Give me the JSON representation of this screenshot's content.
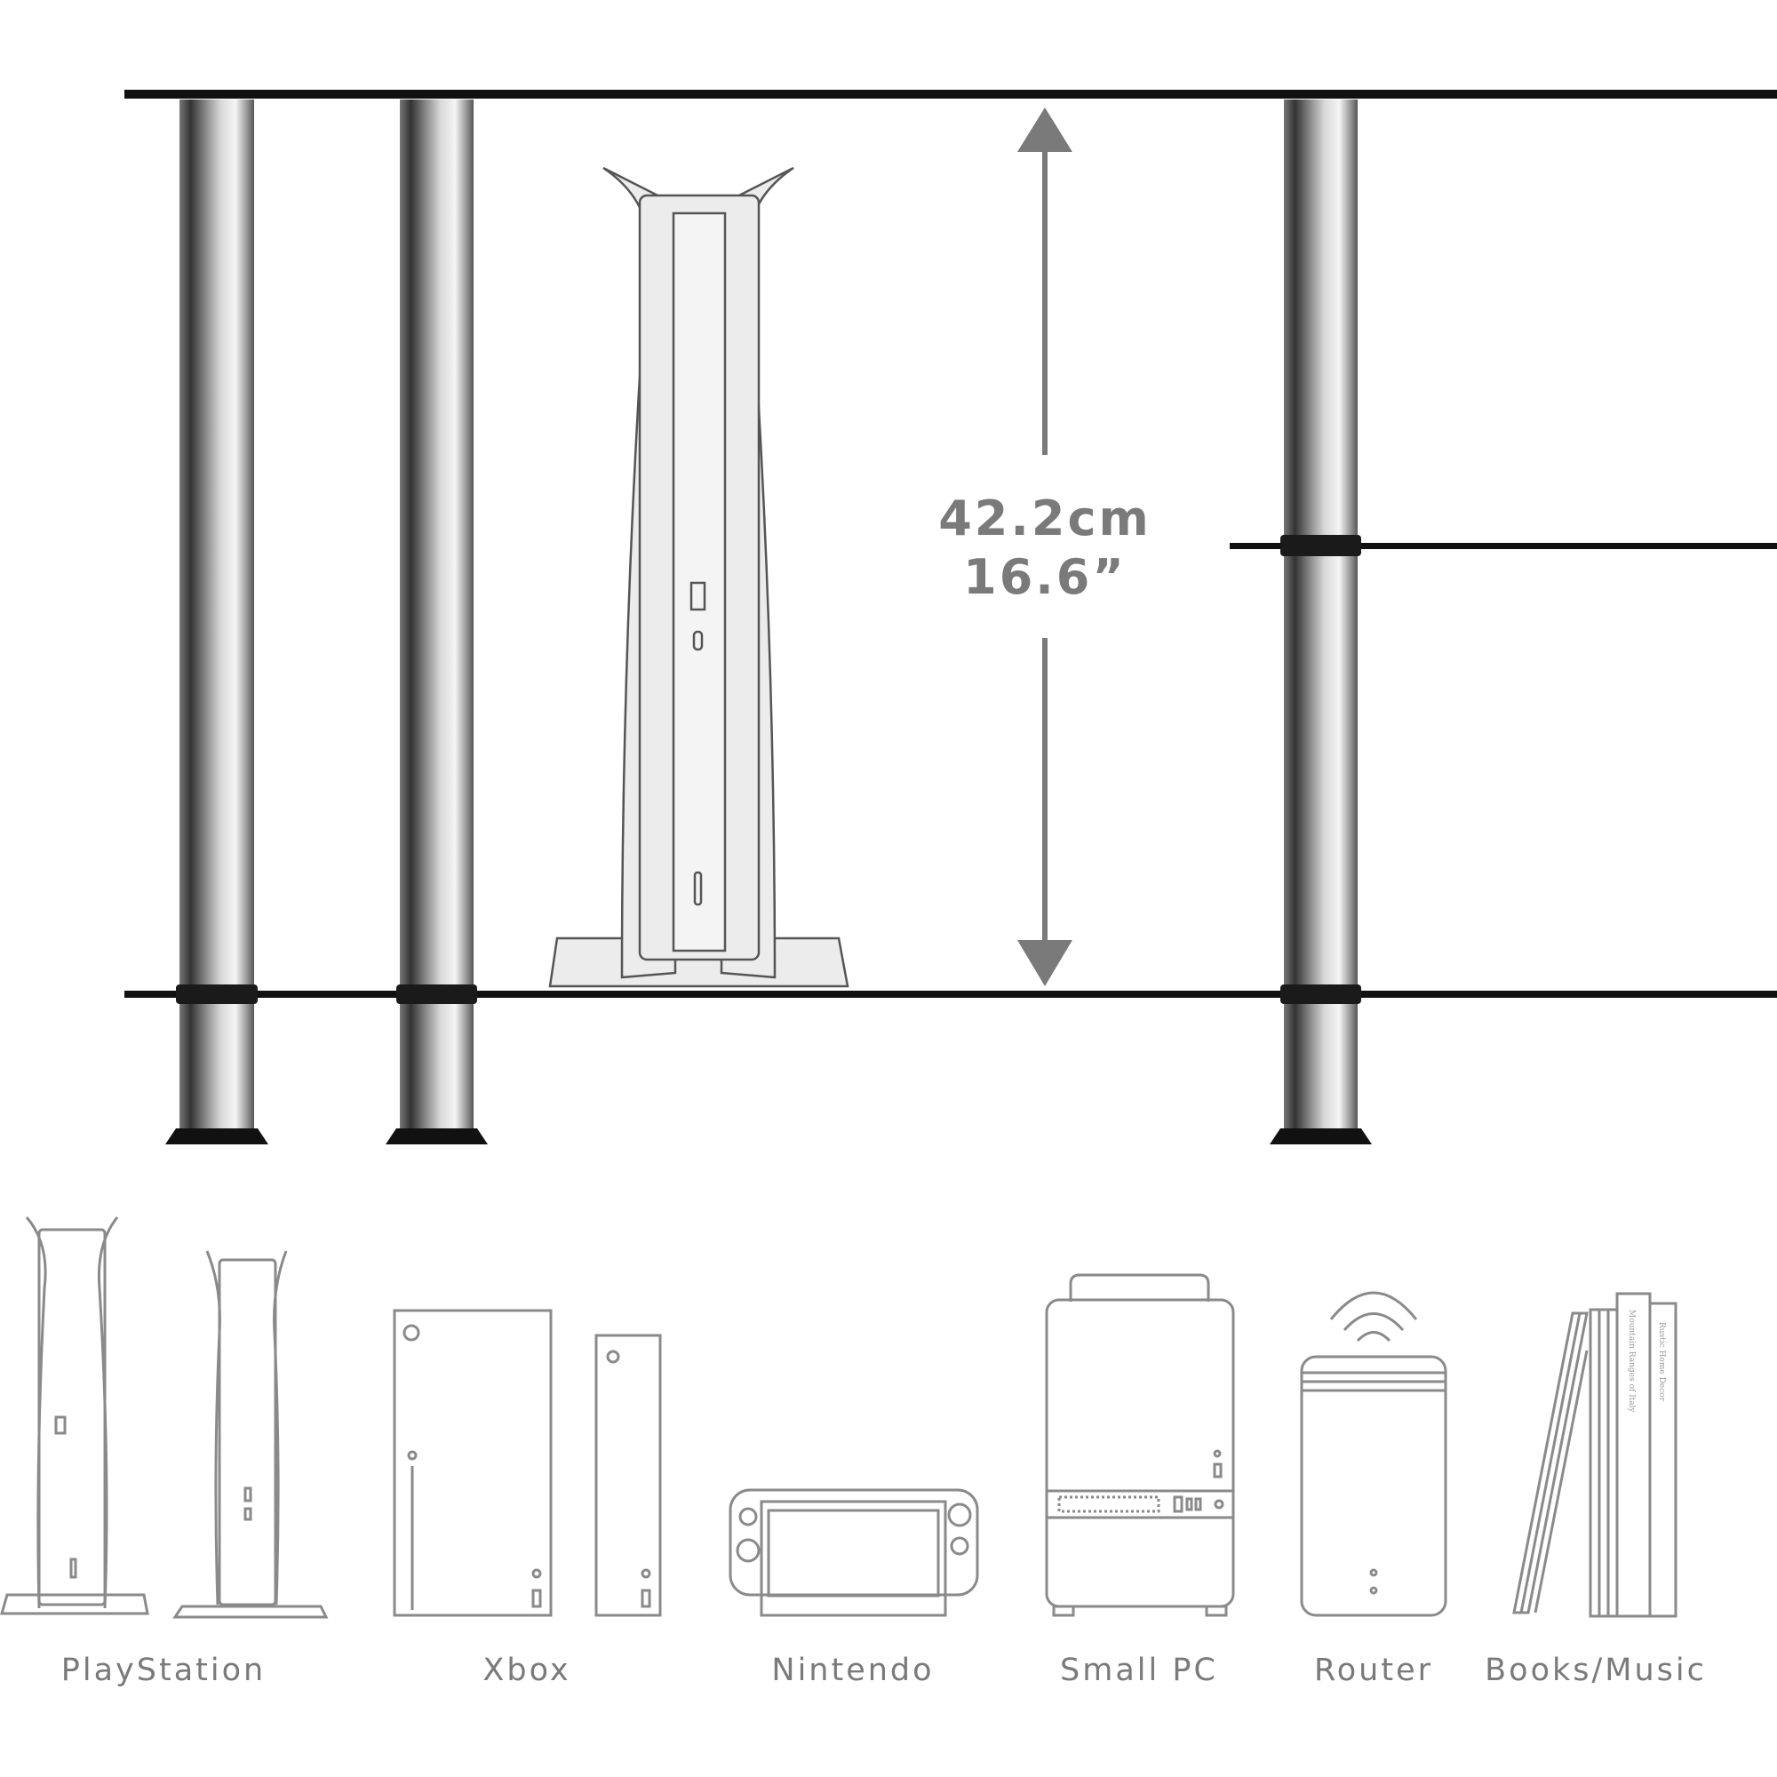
{
  "measurement": {
    "metric": "42.2cm",
    "imperial": "16.6”"
  },
  "devices": [
    {
      "label": "PlayStation"
    },
    {
      "label": "Xbox"
    },
    {
      "label": "Nintendo"
    },
    {
      "label": "Small PC"
    },
    {
      "label": "Router"
    },
    {
      "label": "Books/Music"
    }
  ],
  "books": {
    "spine_1": "Mountain Ranges of Italy",
    "spine_2": "Rustic Home Decor"
  },
  "colors": {
    "shelf": "#111111",
    "post": "#555555",
    "arrow": "#7a7a7a",
    "outline": "#8a8a8a",
    "console_fill": "#ececec"
  }
}
